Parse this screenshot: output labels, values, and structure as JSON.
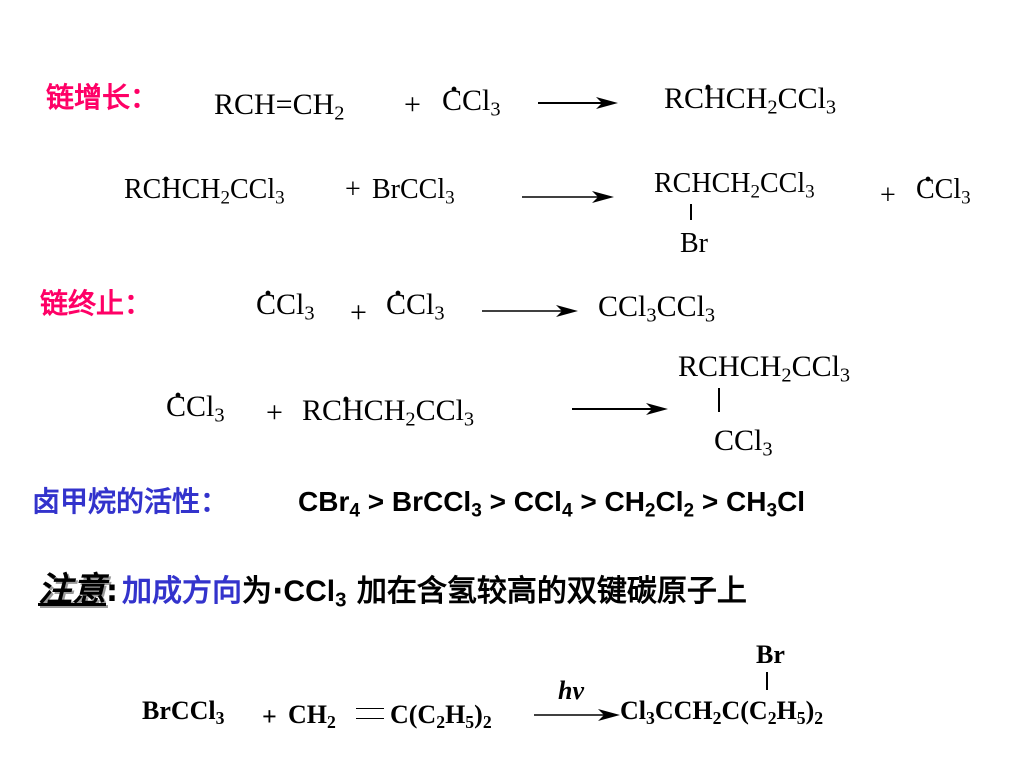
{
  "propagation": {
    "label": "链增长：",
    "r1": {
      "reactant1": "RCH=CH",
      "reactant1_sub": "2",
      "plus": "+",
      "radical": "CCl",
      "radical_sub": "3",
      "product_a": "RCHCH",
      "product_a_sub": "2",
      "product_b": "CCl",
      "product_b_sub": "3"
    },
    "r2": {
      "reactant1_a": "RCHCH",
      "reactant1_a_sub": "2",
      "reactant1_b": "CCl",
      "reactant1_b_sub": "3",
      "plus": "+",
      "reactant2": "BrCCl",
      "reactant2_sub": "3",
      "product_a": "RCHCH",
      "product_a_sub": "2",
      "product_b": "CCl",
      "product_b_sub": "3",
      "product_substituent": "Br",
      "plus2": "+",
      "radical": "CCl",
      "radical_sub": "3"
    }
  },
  "termination": {
    "label": "链终止：",
    "r3": {
      "radical1": "CCl",
      "radical1_sub": "3",
      "plus": "+",
      "radical2": "CCl",
      "radical2_sub": "3",
      "product_a": "CCl",
      "product_a_sub": "3",
      "product_b": "CCl",
      "product_b_sub": "3"
    },
    "r4": {
      "radical": "CCl",
      "radical_sub": "3",
      "plus": "+",
      "reactant_a": "RCHCH",
      "reactant_a_sub": "2",
      "reactant_b": "CCl",
      "reactant_b_sub": "3",
      "product_a": "RCHCH",
      "product_a_sub": "2",
      "product_b": "CCl",
      "product_b_sub": "3",
      "product_substituent": "CCl",
      "product_substituent_sub": "3"
    }
  },
  "activity": {
    "label": "卤甲烷的活性：",
    "s1": "CBr",
    "s1_sub": "4",
    "gt1": " > ",
    "s2": "BrCCl",
    "s2_sub": "3",
    "gt2": " > ",
    "s3": "CCl",
    "s3_sub": "4",
    "gt3": " > ",
    "s4a": "CH",
    "s4a_sub": "2",
    "s4b": "Cl",
    "s4b_sub": "2",
    "gt4": " > ",
    "s5": "CH",
    "s5_sub": "3",
    "s5b": "Cl"
  },
  "note": {
    "title": "注意",
    "colon": ":",
    "blue_text": "加成方向",
    "wei": "为·",
    "formula": "CCl",
    "formula_sub": "3",
    "rest": " 加在含氢较高的双键碳原子上"
  },
  "example": {
    "reactant1": "BrCCl",
    "reactant1_sub": "3",
    "plus": "+",
    "reactant2a": "CH",
    "reactant2a_sub": "2",
    "double_bond": "=",
    "reactant2b": "C(C",
    "reactant2b_sub1": "2",
    "reactant2b_mid": "H",
    "reactant2b_sub2": "5",
    "reactant2b_end": ")",
    "reactant2b_sub3": "2",
    "condition": "hν",
    "product_a": "Cl",
    "product_a_sub": "3",
    "product_b": "CCH",
    "product_b_sub": "2",
    "product_c": "C(C",
    "product_c_sub1": "2",
    "product_c_mid": "H",
    "product_c_sub2": "5",
    "product_c_end": ")",
    "product_c_sub3": "2",
    "substituent": "Br"
  }
}
